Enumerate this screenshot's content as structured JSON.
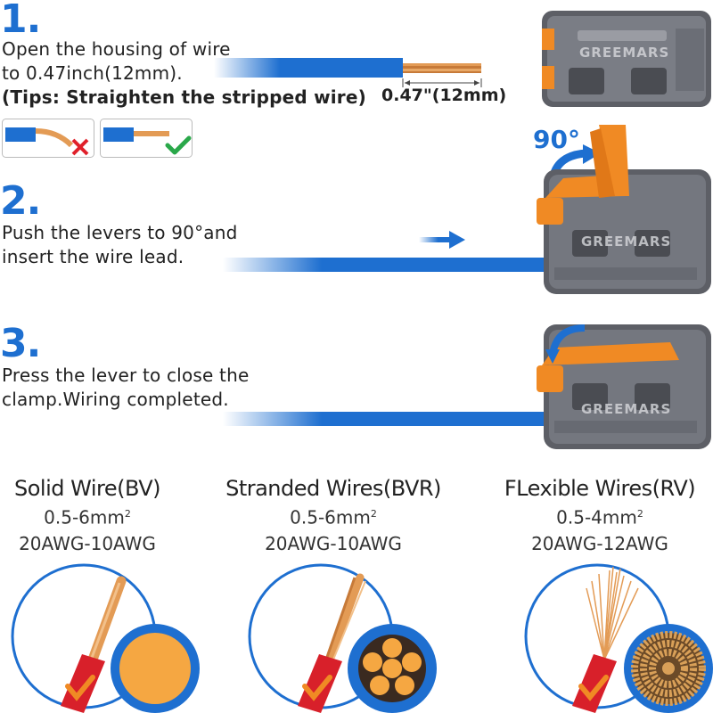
{
  "steps": [
    {
      "number": "1.",
      "line1": "Open the housing of wire",
      "line2": "to 0.47inch(12mm).",
      "tip": "(Tips: Straighten the stripped wire)"
    },
    {
      "number": "2.",
      "line1": "Push the levers to 90°and",
      "line2": "insert the wire lead."
    },
    {
      "number": "3.",
      "line1": "Press the lever to close the",
      "line2": "clamp.Wiring completed."
    }
  ],
  "strip_length_label": "0.47\"(12mm)",
  "angle_label": "90°",
  "brand_watermark": "GREEMARS",
  "wire_types": [
    {
      "title": "Solid Wire(BV)",
      "area": "0.5-6mm",
      "area_exp": "2",
      "awg": "20AWG-10AWG",
      "core": "solid"
    },
    {
      "title": "Stranded Wires(BVR)",
      "area": "0.5-6mm",
      "area_exp": "2",
      "awg": "20AWG-10AWG",
      "core": "stranded"
    },
    {
      "title": "FLexible Wires(RV)",
      "area": "0.5-4mm",
      "area_exp": "2",
      "awg": "20AWG-12AWG",
      "core": "flexible"
    }
  ],
  "colors": {
    "accent_blue": "#1e6fd0",
    "lever_orange": "#f08a24",
    "insulation_red": "#d8202a",
    "check_green": "#2aa84a",
    "cross_red": "#e0202a",
    "copper": "#e39b55"
  }
}
